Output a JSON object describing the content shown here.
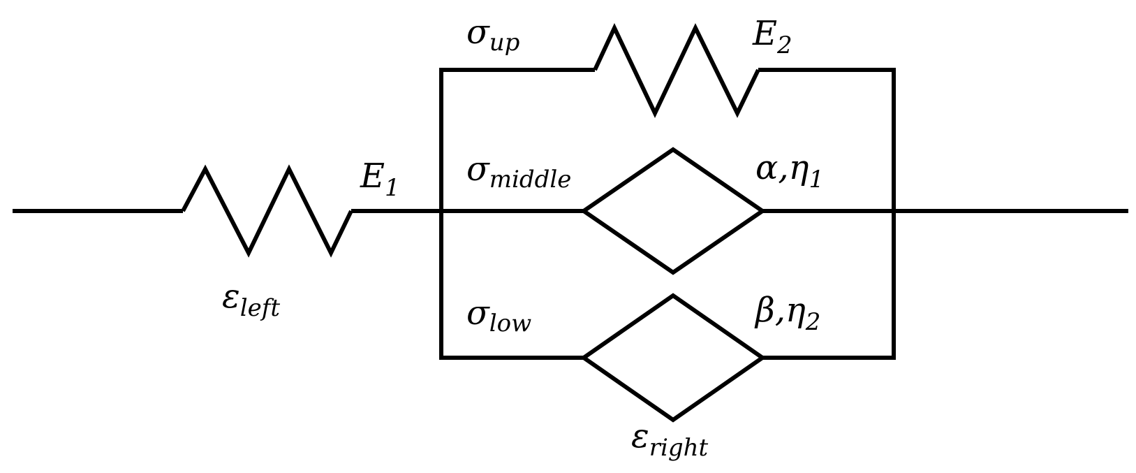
{
  "labels": {
    "E1": {
      "symbol": "E",
      "sub": "1"
    },
    "E2": {
      "symbol": "E",
      "sub": "2"
    },
    "sigma_up": {
      "symbol": "σ",
      "sub": "up"
    },
    "sigma_middle": {
      "symbol": "σ",
      "sub": "middle"
    },
    "sigma_low": {
      "symbol": "σ",
      "sub": "low"
    },
    "alpha_eta1": {
      "prefix": "α,",
      "symbol": "η",
      "sub": "1"
    },
    "beta_eta2": {
      "prefix": "β,",
      "symbol": "η",
      "sub": "2"
    },
    "eps_left": {
      "symbol": "ε",
      "sub": "left"
    },
    "eps_right": {
      "symbol": "ε",
      "sub": "right"
    }
  },
  "colors": {
    "line": "#000000",
    "background": "#ffffff"
  }
}
